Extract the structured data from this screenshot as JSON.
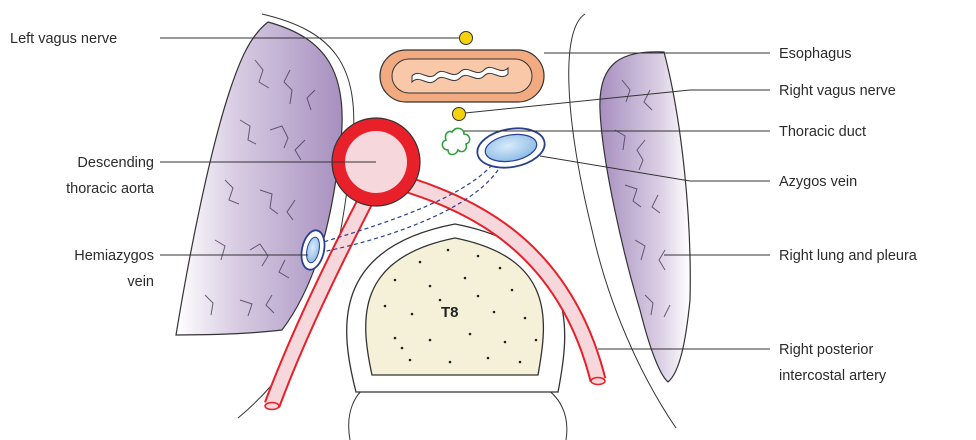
{
  "labels": {
    "left_vagus": "Left vagus nerve",
    "esophagus": "Esophagus",
    "right_vagus": "Right vagus nerve",
    "thoracic_duct": "Thoracic duct",
    "aorta_line1": "Descending",
    "aorta_line2": "thoracic aorta",
    "azygos": "Azygos vein",
    "hemiazygos_line1": "Hemiazygos",
    "hemiazygos_line2": "vein",
    "right_lung": "Right lung and pleura",
    "intercostal_line1": "Right posterior",
    "intercostal_line2": "intercostal artery",
    "vertebra": "T8"
  },
  "colors": {
    "lung_fill": "#b8a3c9",
    "vessel_red": "#e8202a",
    "vessel_pink": "#f6d8dc",
    "esophagus_fill": "#f2aa80",
    "nerve_yellow": "#f5d20c",
    "vein_blue": "#a9cdee",
    "vein_navy": "#2b3f8f",
    "duct_green": "#2f9e3c",
    "bone_fill": "#f5f1d8"
  }
}
